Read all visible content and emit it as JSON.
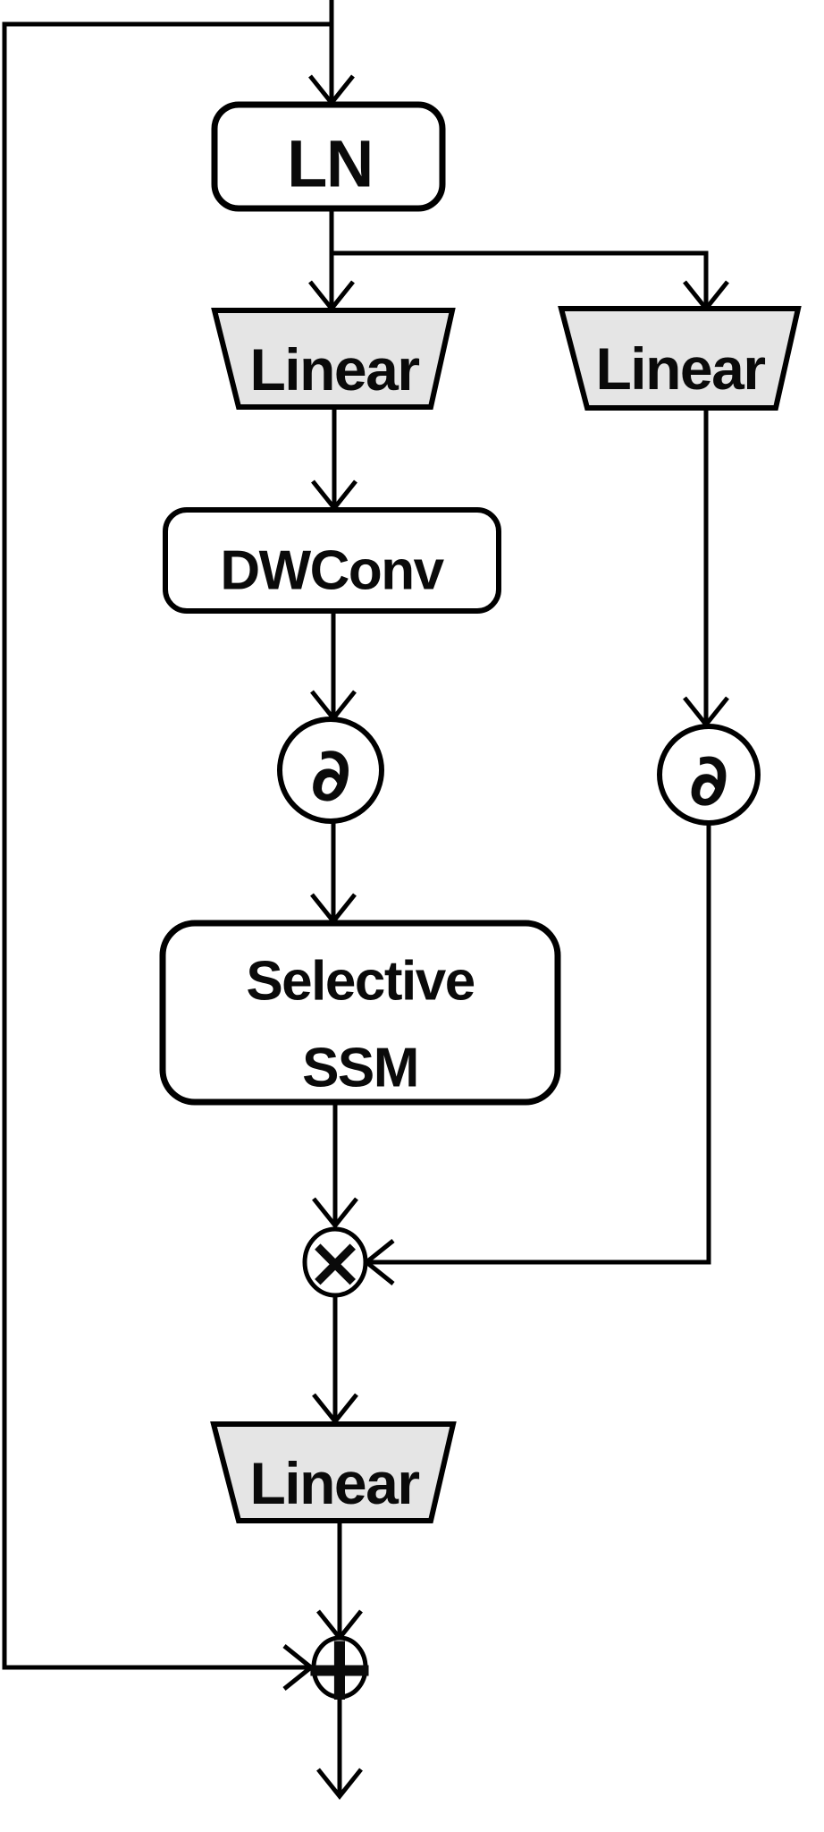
{
  "nodes": {
    "ln": {
      "label": "LN"
    },
    "linear_left": {
      "label": "Linear"
    },
    "linear_right": {
      "label": "Linear"
    },
    "dwconv": {
      "label": "DWConv"
    },
    "activation_left": {
      "symbol": "∂"
    },
    "activation_right": {
      "symbol": "∂"
    },
    "selective_ssm": {
      "label_line1": "Selective",
      "label_line2": "SSM"
    },
    "multiply": {
      "symbol": "×"
    },
    "linear_out": {
      "label": "Linear"
    },
    "add": {
      "symbol": "+"
    }
  },
  "colors": {
    "stroke": "#000000",
    "linear_fill": "#e5e5e5",
    "box_fill": "#ffffff",
    "background": "#ffffff"
  }
}
